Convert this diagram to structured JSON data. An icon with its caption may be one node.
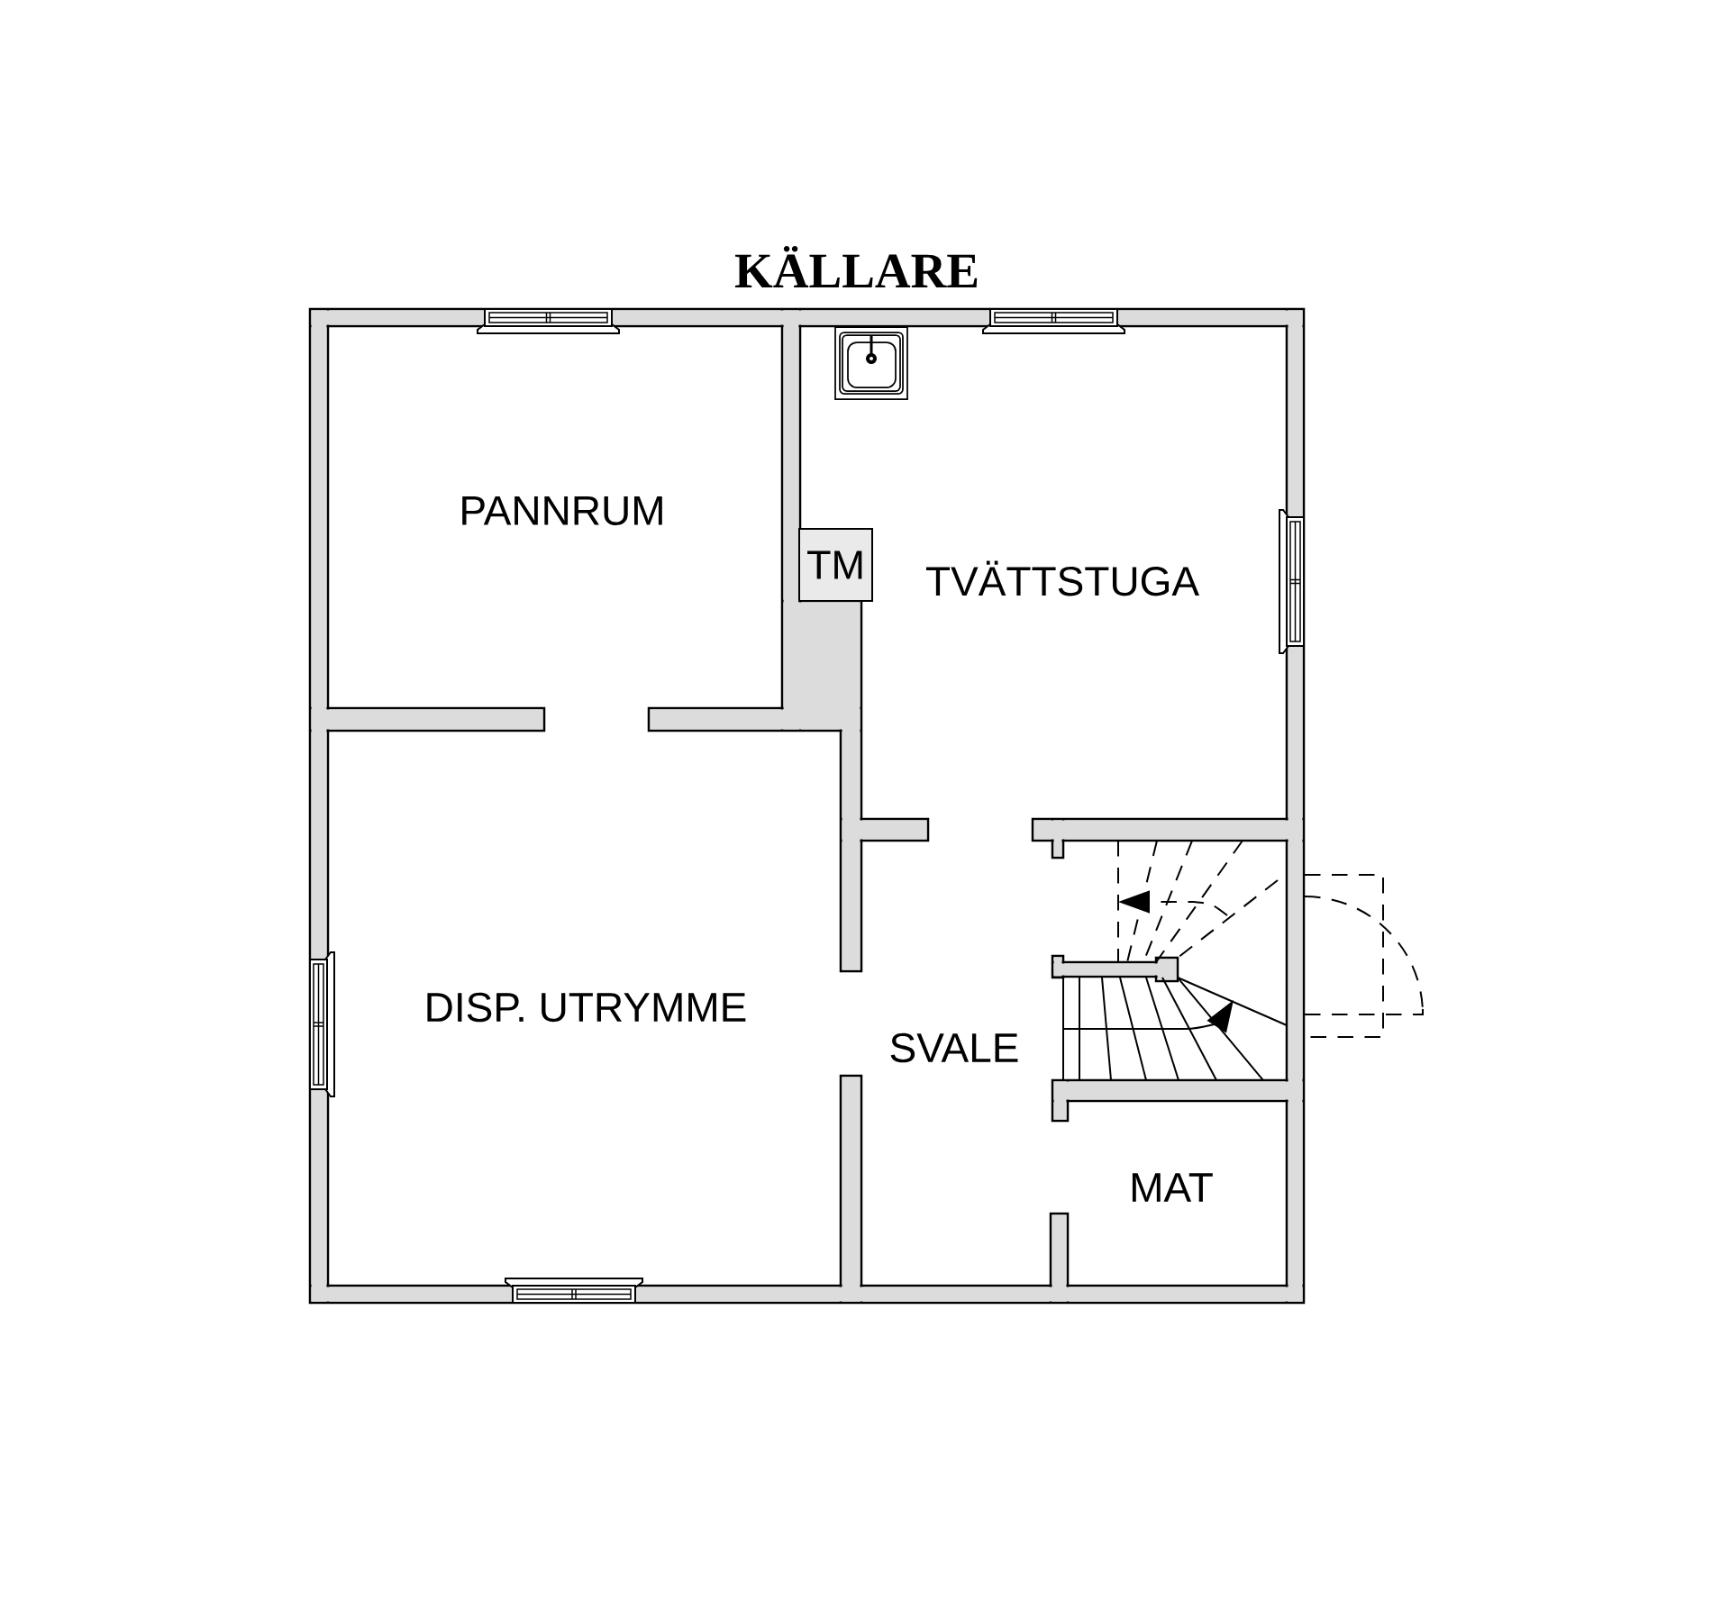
{
  "diagram": {
    "title": "KÄLLARE",
    "nodes": [
      {
        "text": [
          "TM"
        ]
      }
    ],
    "labels": [
      "PANNRUM",
      "TVÄTTSTUGA",
      "DISP. UTRYMME",
      "SVALE",
      "MAT"
    ]
  }
}
